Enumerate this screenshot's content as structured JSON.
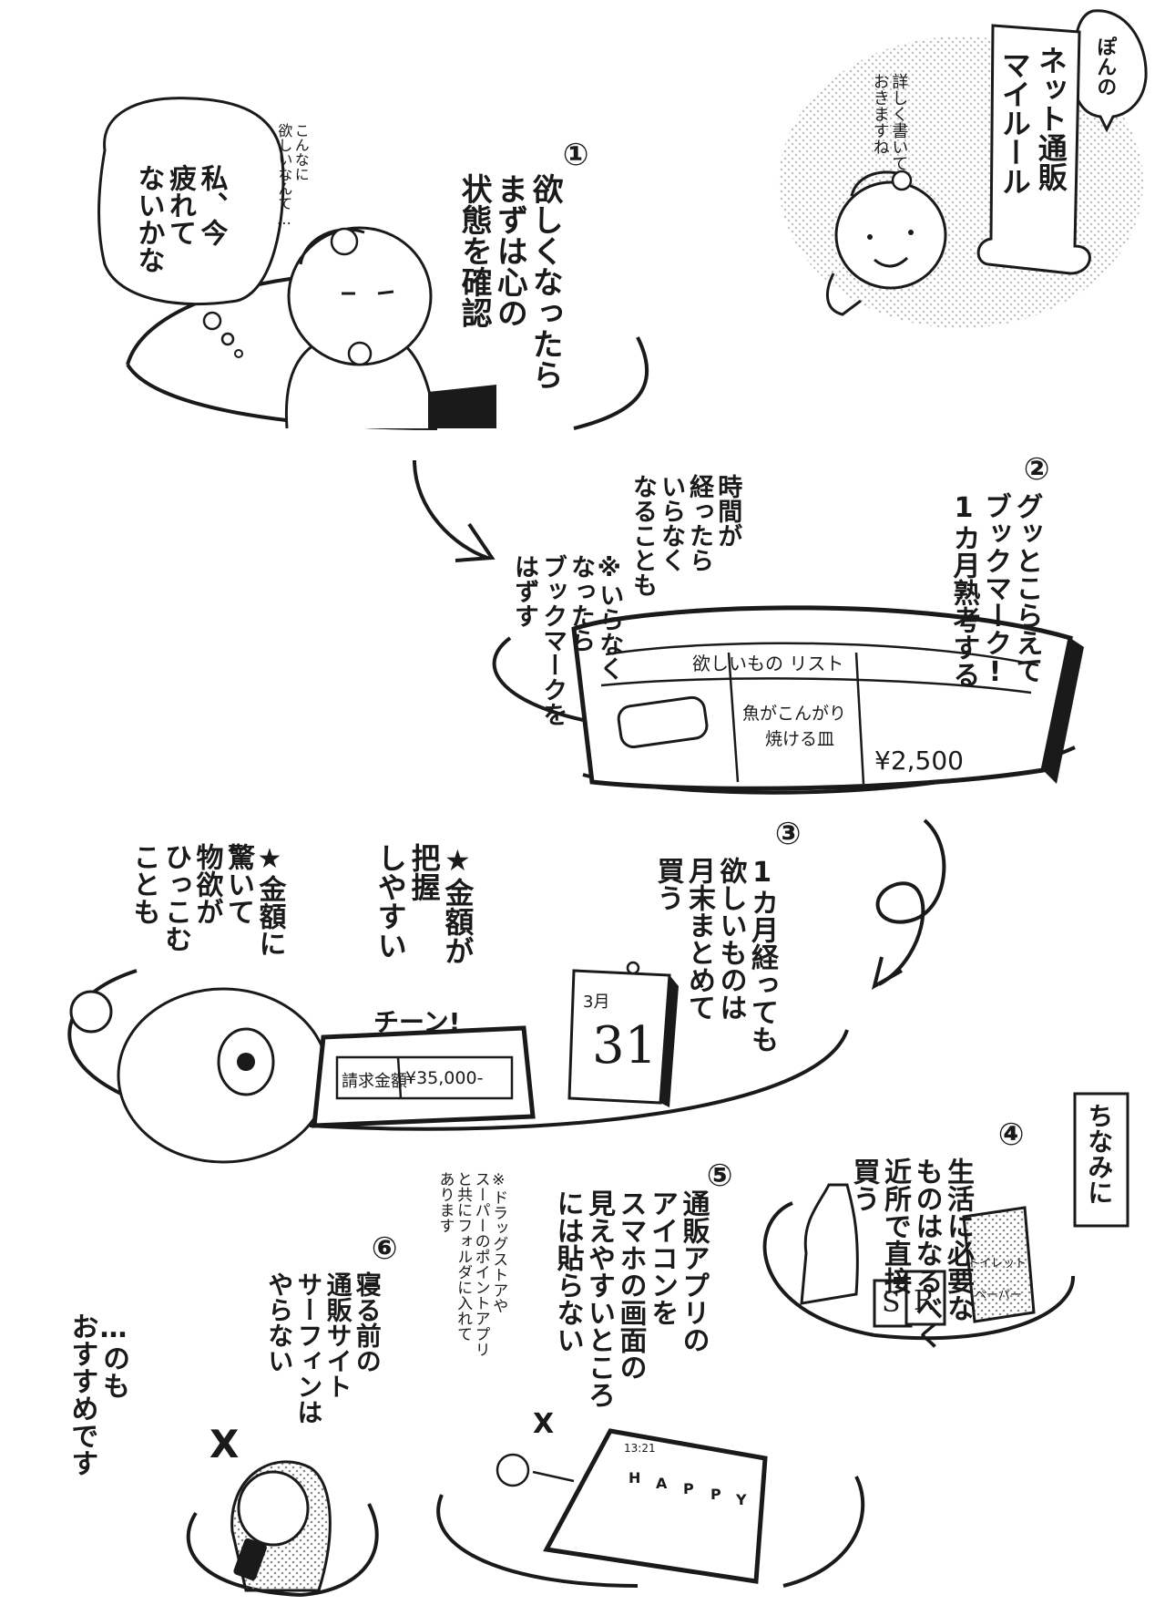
{
  "title": "ぽんのネット通販マイルール",
  "title_parts": {
    "top": "ぽんの",
    "line1": "ネット通販",
    "line2": "マイルール"
  },
  "intro_caption": "詳しく書いておきますね",
  "panels": [
    {
      "number": "①",
      "caption": "欲しくなったら\nまずは心の\n状態を確認",
      "thought_small": "こんなに\n欲しいなんて…",
      "thought_bubble": "私、今\n疲れて\nないかな"
    },
    {
      "number": "②",
      "caption": "グッとこらえて\nブックマーク!\n1カ月熟考する",
      "note_time": "時間が\n経ったら\nいらなく\nなることも",
      "note_star": "※いらなく\nなったら\nブックマークを\nはずす",
      "list_title": "欲しいもの リスト",
      "item_name_1": "魚がこんがり",
      "item_name_2": "焼ける皿",
      "item_price": "¥2,500"
    },
    {
      "number": "③",
      "caption": "1カ月経っても\n欲しいものは\n月末まとめて\n買う",
      "point1": "★金額が\n把握\nしやすい",
      "point2": "★金額に\n驚いて\n物欲が\nひっこむ\nことも",
      "sound": "チーン!",
      "calendar_month": "3月",
      "calendar_day": "31",
      "bill_label": "請求金額",
      "bill_amount": "¥35,000-"
    },
    {
      "tag": "ちなみに",
      "number": "④",
      "caption": "生活に必要な\nものはなるべく\n近所で直接\n買う",
      "label_s": "S",
      "label_r": "R",
      "package_1": "トイレット",
      "package_2": "ペーパー"
    },
    {
      "number": "⑤",
      "caption": "通販アプリの\nアイコンを\nスマホの画面の\n見えやすいところ\nには貼らない",
      "note": "※ドラッグストアや\nスーパーのポイントアプリ\nと共にフォルダに入れて\nあります",
      "phone_time": "13:21",
      "app_letters": [
        "H",
        "A",
        "P",
        "P",
        "Y"
      ],
      "mark": "X"
    },
    {
      "number": "⑥",
      "caption": "寝る前の\n通販サイト\nサーフィンは\nやらない",
      "mark": "X"
    }
  ],
  "ending": "…のも\nおすすめです",
  "colors": {
    "ink": "#1a1a1a",
    "paper": "#ffffff",
    "screentone": "#c8c8c8"
  }
}
